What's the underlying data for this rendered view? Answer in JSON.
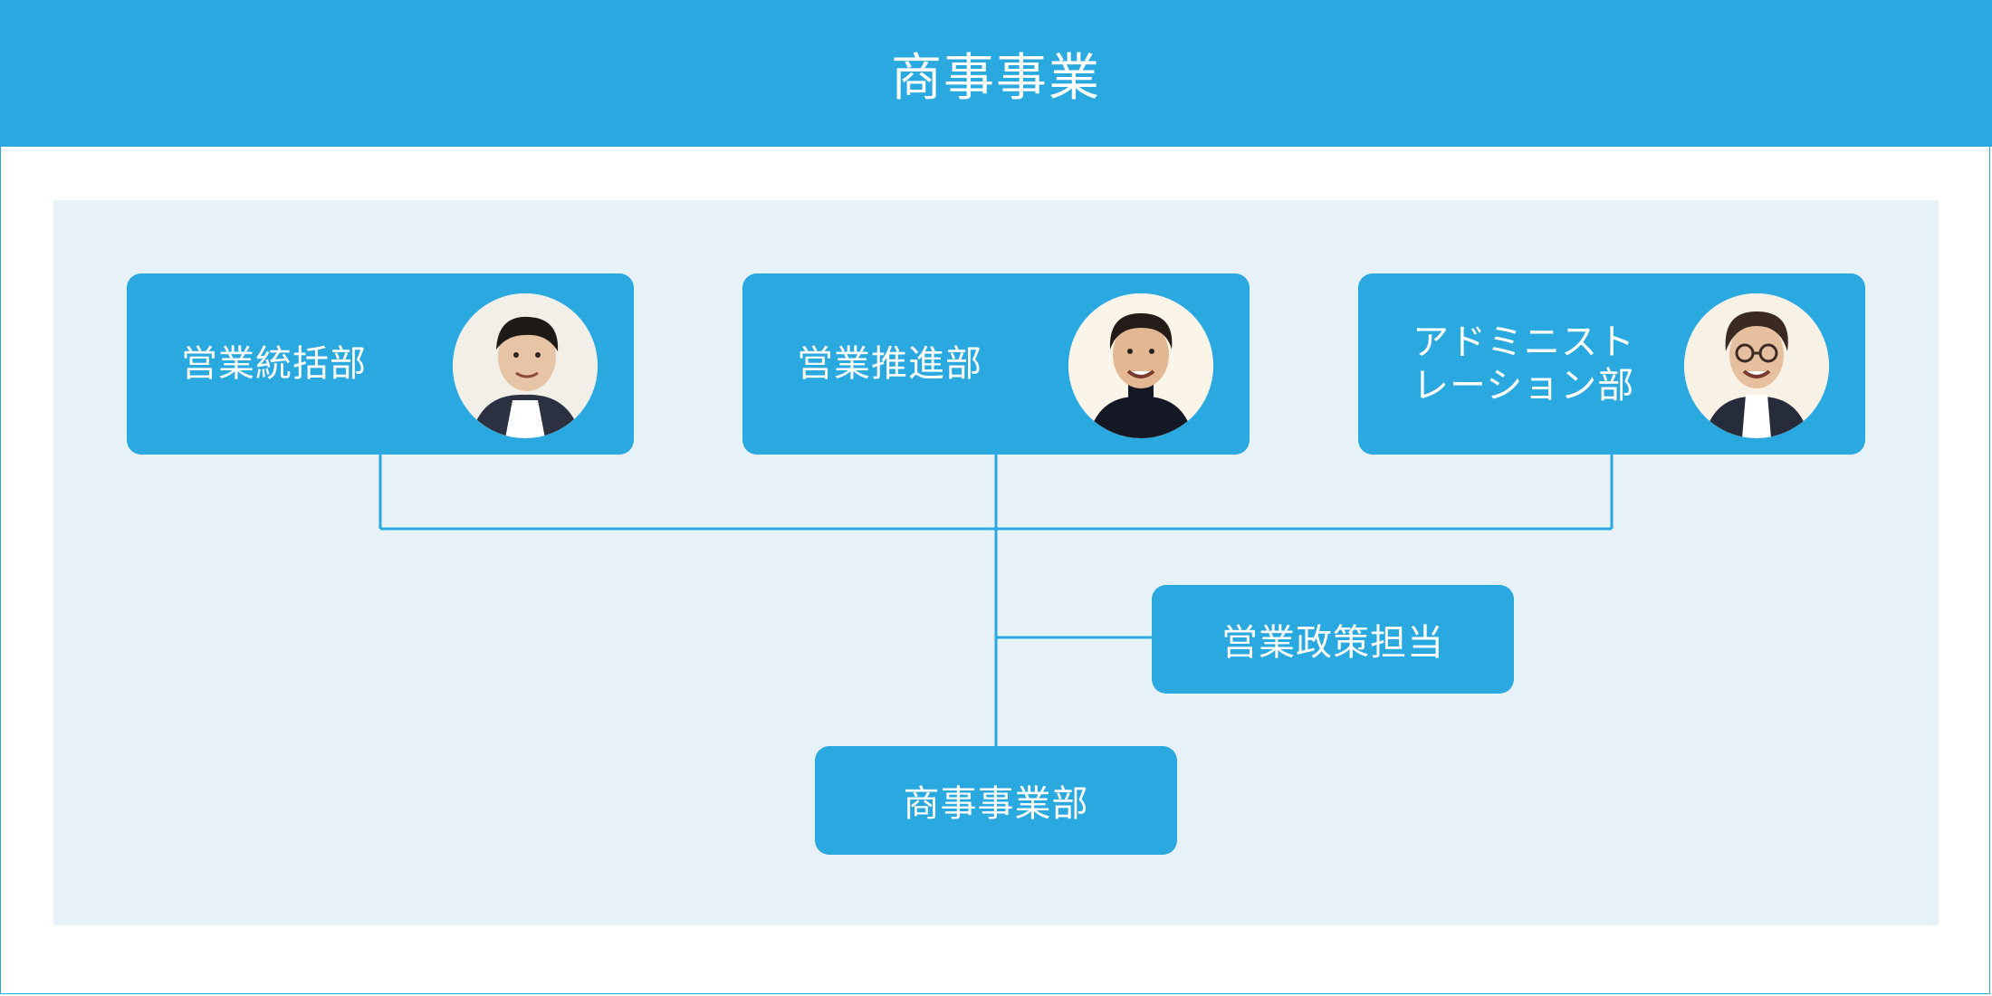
{
  "title": "商事事業",
  "colors": {
    "accent": "#2aa9e1",
    "panel": "#e6f2f8"
  },
  "departments": [
    {
      "label": "営業統括部",
      "avatar": "person-photo-icon"
    },
    {
      "label": "営業推進部",
      "avatar": "person-photo-icon"
    },
    {
      "label": "アドミニスト\nレーション部",
      "avatar": "person-photo-icon"
    }
  ],
  "policy_box": {
    "label": "営業政策担当"
  },
  "main_box": {
    "label": "商事事業部"
  }
}
